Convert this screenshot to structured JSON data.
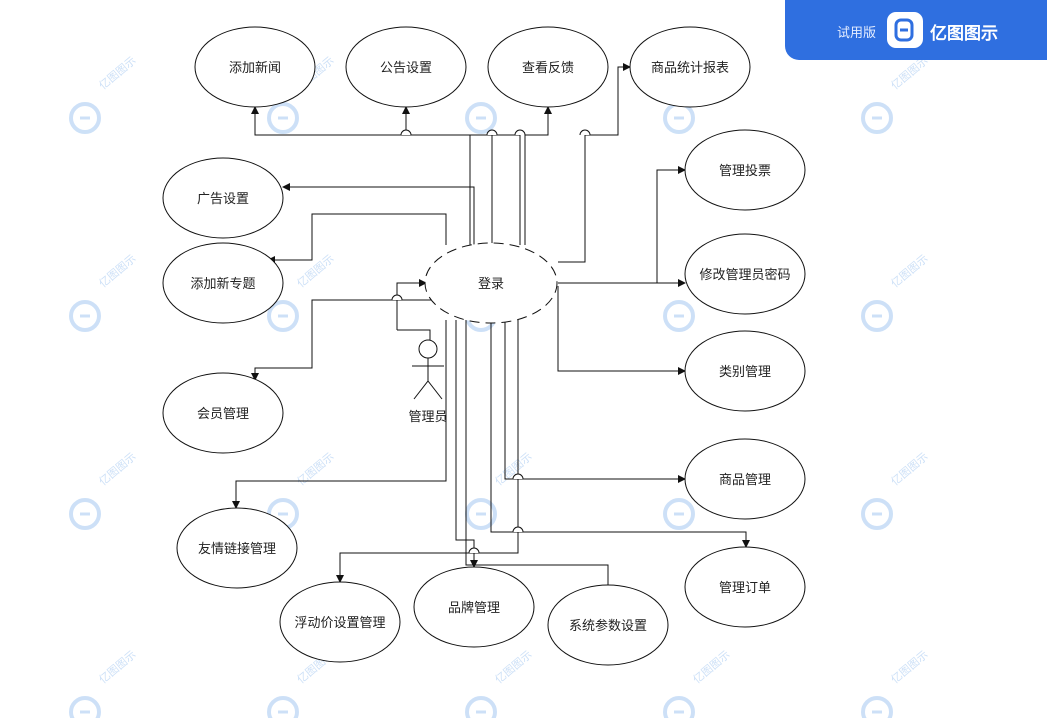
{
  "watermark": {
    "trial_label": "试用版",
    "brand": "亿图图示",
    "tile_text": "亿图图示",
    "color": "#9cc3f0"
  },
  "diagram": {
    "center": {
      "id": "login",
      "label": "登录"
    },
    "actor": {
      "label": "管理员"
    },
    "use_cases": [
      {
        "id": "add-news",
        "label": "添加新闻"
      },
      {
        "id": "notice-settings",
        "label": "公告设置"
      },
      {
        "id": "view-feedback",
        "label": "查看反馈"
      },
      {
        "id": "product-stats-report",
        "label": "商品统计报表"
      },
      {
        "id": "ad-settings",
        "label": "广告设置"
      },
      {
        "id": "add-topic",
        "label": "添加新专题"
      },
      {
        "id": "member-management",
        "label": "会员管理"
      },
      {
        "id": "friend-links-management",
        "label": "友情链接管理"
      },
      {
        "id": "floating-price-management",
        "label": "浮动价设置管理"
      },
      {
        "id": "brand-management",
        "label": "品牌管理"
      },
      {
        "id": "system-params",
        "label": "系统参数设置"
      },
      {
        "id": "manage-votes",
        "label": "管理投票"
      },
      {
        "id": "change-admin-password",
        "label": "修改管理员密码"
      },
      {
        "id": "category-management",
        "label": "类别管理"
      },
      {
        "id": "product-management",
        "label": "商品管理"
      },
      {
        "id": "manage-orders",
        "label": "管理订单"
      }
    ],
    "colors": {
      "line": "#111111",
      "node_fill": "#ffffff",
      "node_stroke": "#111111"
    }
  }
}
